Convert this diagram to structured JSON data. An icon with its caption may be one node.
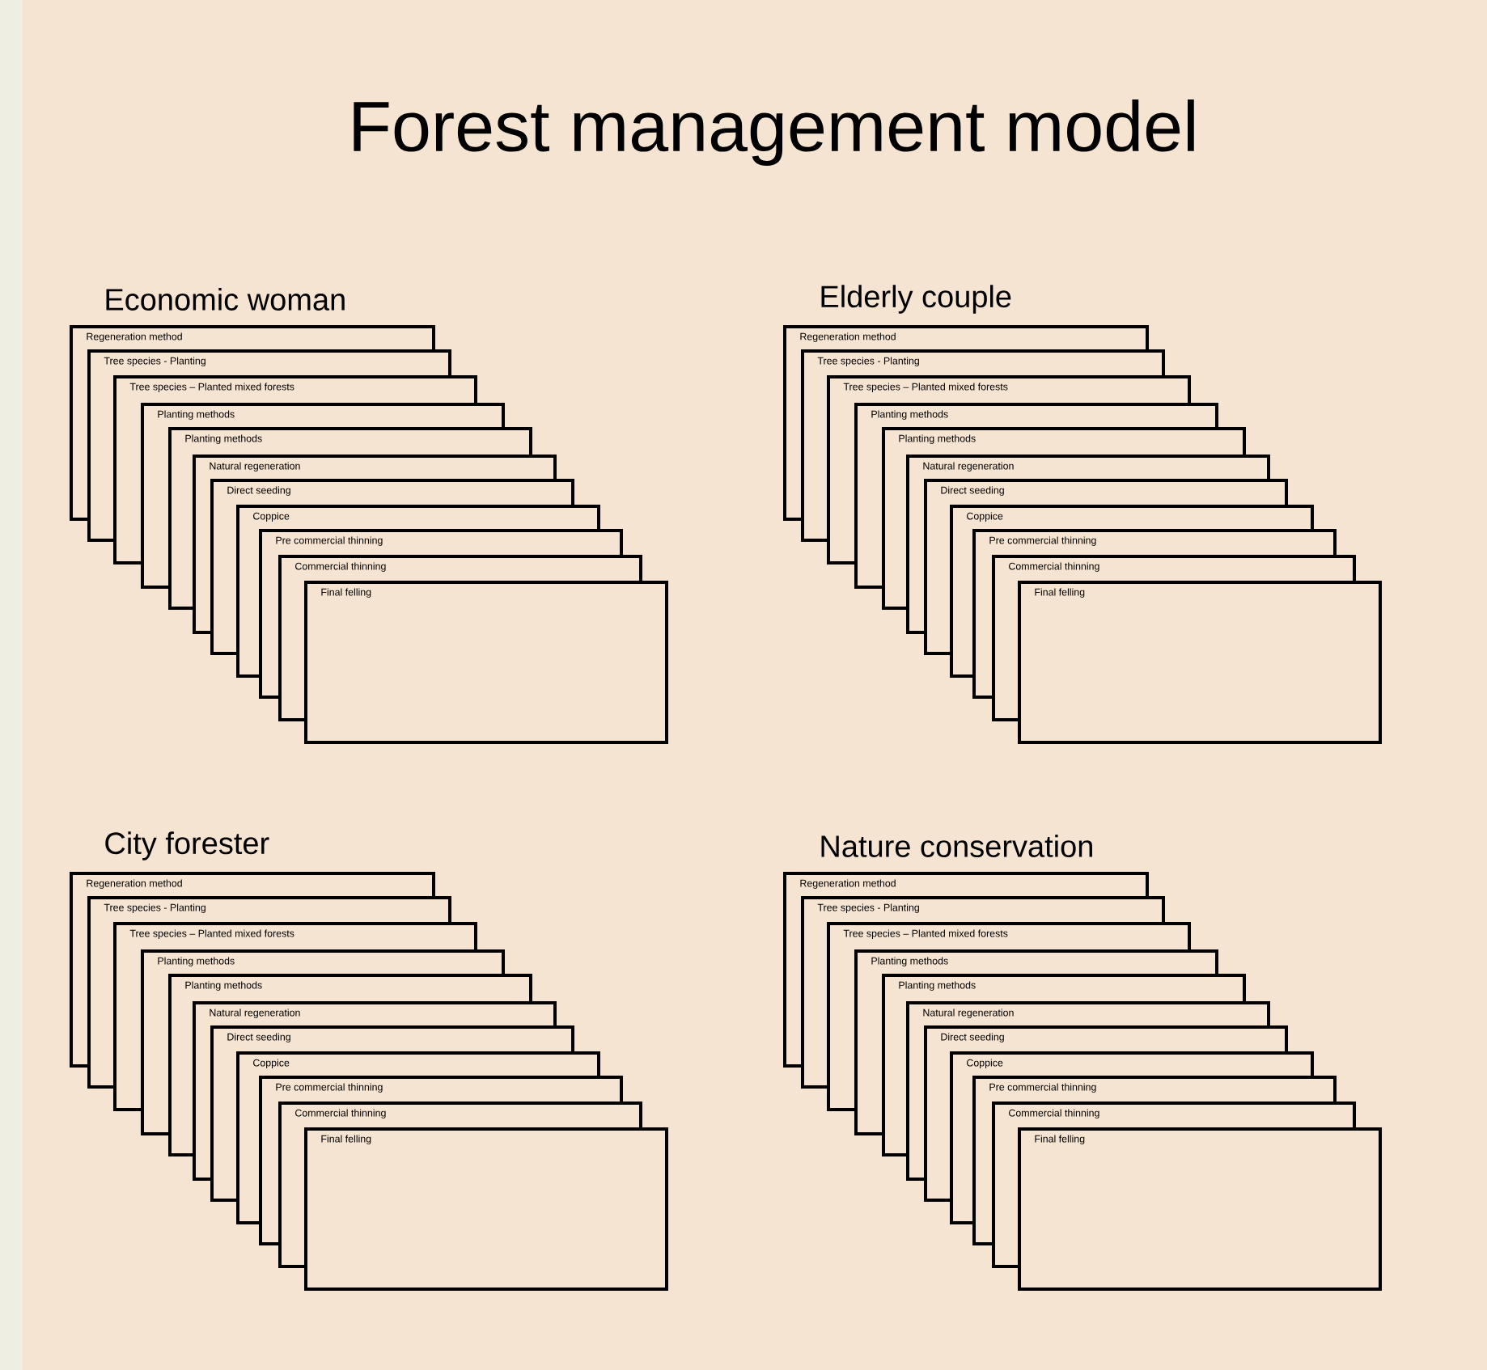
{
  "diagram": {
    "title": "Forest management model",
    "nodes": [
      {
        "text": [
          "Regeneration method"
        ]
      },
      {
        "text": [
          "Tree species - Planting"
        ]
      },
      {
        "text": [
          "Tree species – Planted mixed forests"
        ]
      },
      {
        "text": [
          "Planting methods"
        ]
      },
      {
        "text": [
          "Planting methods"
        ]
      },
      {
        "text": [
          "Natural regeneration"
        ]
      },
      {
        "text": [
          "Direct seeding"
        ]
      },
      {
        "text": [
          "Coppice"
        ]
      },
      {
        "text": [
          "Pre commercial thinning"
        ]
      },
      {
        "text": [
          "Commercial thinning"
        ]
      },
      {
        "text": [
          "Final felling"
        ]
      },
      {
        "text": [
          "Regeneration method"
        ]
      },
      {
        "text": [
          "Tree species - Planting"
        ]
      },
      {
        "text": [
          "Tree species – Planted mixed forests"
        ]
      },
      {
        "text": [
          "Planting methods"
        ]
      },
      {
        "text": [
          "Planting methods"
        ]
      },
      {
        "text": [
          "Natural regeneration"
        ]
      },
      {
        "text": [
          "Direct seeding"
        ]
      },
      {
        "text": [
          "Coppice"
        ]
      },
      {
        "text": [
          "Pre commercial thinning"
        ]
      },
      {
        "text": [
          "Commercial thinning"
        ]
      },
      {
        "text": [
          "Final felling"
        ]
      },
      {
        "text": [
          "Regeneration method"
        ]
      },
      {
        "text": [
          "Tree species - Planting"
        ]
      },
      {
        "text": [
          "Tree species – Planted mixed forests"
        ]
      },
      {
        "text": [
          "Planting methods"
        ]
      },
      {
        "text": [
          "Planting methods"
        ]
      },
      {
        "text": [
          "Natural regeneration"
        ]
      },
      {
        "text": [
          "Direct seeding"
        ]
      },
      {
        "text": [
          "Coppice"
        ]
      },
      {
        "text": [
          "Pre commercial thinning"
        ]
      },
      {
        "text": [
          "Commercial thinning"
        ]
      },
      {
        "text": [
          "Final felling"
        ]
      },
      {
        "text": [
          "Regeneration method"
        ]
      },
      {
        "text": [
          "Tree species - Planting"
        ]
      },
      {
        "text": [
          "Tree species – Planted mixed forests"
        ]
      },
      {
        "text": [
          "Planting methods"
        ]
      },
      {
        "text": [
          "Planting methods"
        ]
      },
      {
        "text": [
          "Natural regeneration"
        ]
      },
      {
        "text": [
          "Direct seeding"
        ]
      },
      {
        "text": [
          "Coppice"
        ]
      },
      {
        "text": [
          "Pre commercial thinning"
        ]
      },
      {
        "text": [
          "Commercial thinning"
        ]
      },
      {
        "text": [
          "Final felling"
        ]
      }
    ],
    "labels": [
      "Economic woman",
      "Elderly couple",
      "City forester",
      "Nature conservation"
    ]
  }
}
